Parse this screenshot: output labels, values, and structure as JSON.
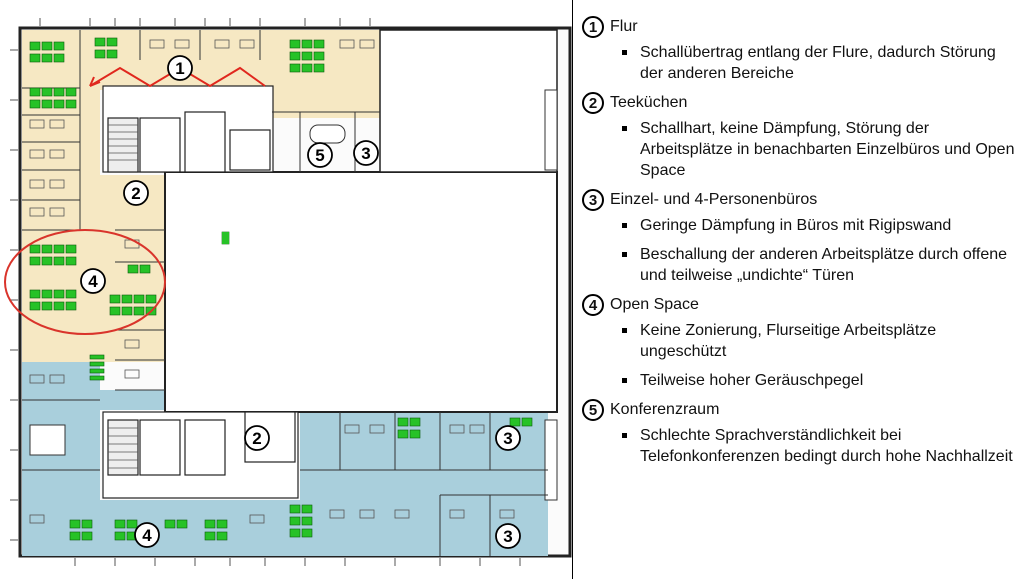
{
  "legend": {
    "sections": [
      {
        "num": "1",
        "title": "Flur",
        "items": [
          "Schallübertrag entlang der Flure, dadurch Störung der anderen Bereiche"
        ]
      },
      {
        "num": "2",
        "title": "Teeküchen",
        "items": [
          "Schallhart, keine Dämpfung, Störung der Arbeitsplätze in benachbarten Einzelbüros und Open Space"
        ]
      },
      {
        "num": "3",
        "title": "Einzel- und 4-Personenbüros",
        "items": [
          "Geringe Dämpfung in Büros mit Rigipswand",
          "Beschallung der anderen Arbeitsplätze durch offene und teilweise „undichte“ Türen"
        ]
      },
      {
        "num": "4",
        "title": "Open Space",
        "items": [
          "Keine Zonierung, Flurseitige Arbeitsplätze ungeschützt",
          "Teilweise hoher Geräuschpegel"
        ]
      },
      {
        "num": "5",
        "title": "Konferenzraum",
        "items": [
          "Schlechte Sprachverständlichkeit bei Telefonkonferenzen bedingt durch hohe Nachhallzeit"
        ]
      }
    ]
  },
  "plan": {
    "markers": [
      {
        "num": "1",
        "zone": "corridor-top"
      },
      {
        "num": "2",
        "zone": "kitchen-upper"
      },
      {
        "num": "2",
        "zone": "kitchen-lower"
      },
      {
        "num": "3",
        "zone": "office-upper"
      },
      {
        "num": "3",
        "zone": "office-lower-right-1"
      },
      {
        "num": "3",
        "zone": "office-lower-right-2"
      },
      {
        "num": "4",
        "zone": "open-space-upper"
      },
      {
        "num": "4",
        "zone": "open-space-lower"
      },
      {
        "num": "5",
        "zone": "conference-room"
      }
    ],
    "colors": {
      "beige_zone": "#f6e8c3",
      "blue_zone": "#a9cfdc",
      "workstation_green": "#27c227",
      "arrow_red": "#e0281e",
      "highlight_red": "#d9342b",
      "wall": "#1a1a1a"
    }
  }
}
